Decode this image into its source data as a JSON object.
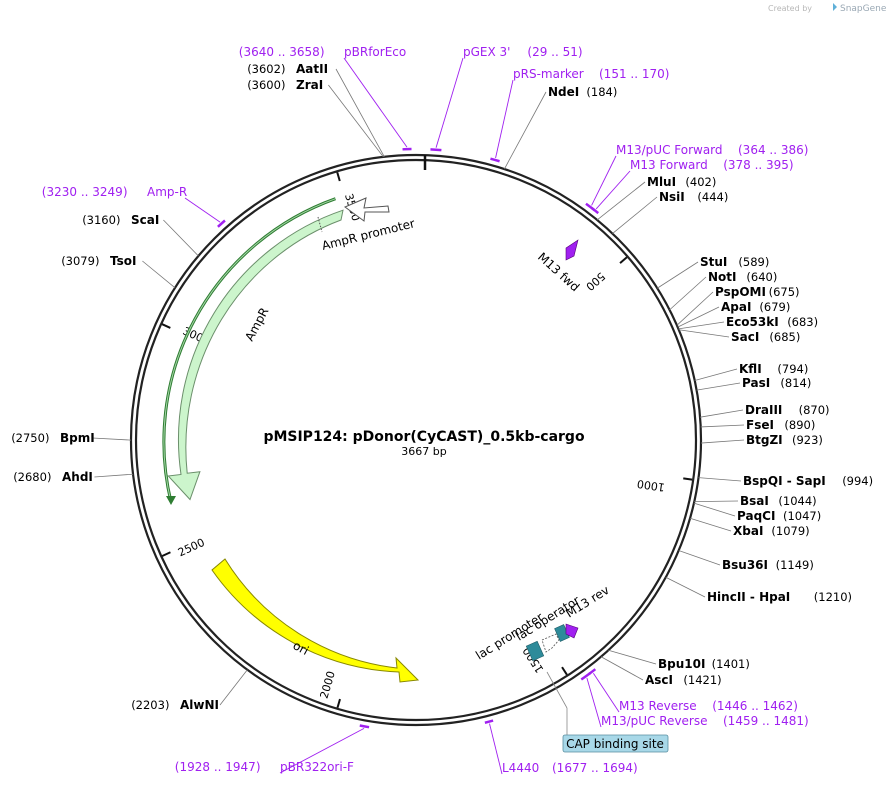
{
  "header": {
    "credit": "Created by",
    "brand": "SnapGene"
  },
  "plasmid": {
    "name": "pMSIP124: pDonor(CyCAST)_0.5kb-cargo",
    "length_text": "3667 bp",
    "length": 3667
  },
  "ticks": [
    {
      "pos": 500,
      "label": "500"
    },
    {
      "pos": 1000,
      "label": "1000"
    },
    {
      "pos": 1500,
      "label": "1500"
    },
    {
      "pos": 2000,
      "label": "2000"
    },
    {
      "pos": 2500,
      "label": "2500"
    },
    {
      "pos": 3000,
      "label": "3000"
    },
    {
      "pos": 3500,
      "label": "3500"
    }
  ],
  "sites": [
    {
      "name": "AatII",
      "pos": "(3602)",
      "bp": 3602,
      "side": "left"
    },
    {
      "name": "ZraI",
      "pos": "(3600)",
      "bp": 3600,
      "side": "left"
    },
    {
      "name": "NdeI",
      "pos": "(184)",
      "bp": 184,
      "side": "right"
    },
    {
      "name": "MluI",
      "pos": "(402)",
      "bp": 402,
      "side": "right"
    },
    {
      "name": "NsiI",
      "pos": "(444)",
      "bp": 444,
      "side": "right"
    },
    {
      "name": "StuI",
      "pos": "(589)",
      "bp": 589,
      "side": "right"
    },
    {
      "name": "NotI",
      "pos": "(640)",
      "bp": 640,
      "side": "right"
    },
    {
      "name": "PspOMI",
      "pos": "(675)",
      "bp": 675,
      "side": "right"
    },
    {
      "name": "ApaI",
      "pos": "(679)",
      "bp": 679,
      "side": "right"
    },
    {
      "name": "Eco53kI",
      "pos": "(683)",
      "bp": 683,
      "side": "right"
    },
    {
      "name": "SacI",
      "pos": "(685)",
      "bp": 685,
      "side": "right"
    },
    {
      "name": "KflI",
      "pos": "(794)",
      "bp": 794,
      "side": "right"
    },
    {
      "name": "PasI",
      "pos": "(814)",
      "bp": 814,
      "side": "right"
    },
    {
      "name": "DraIII",
      "pos": "(870)",
      "bp": 870,
      "side": "right"
    },
    {
      "name": "FseI",
      "pos": "(890)",
      "bp": 890,
      "side": "right"
    },
    {
      "name": "BtgZI",
      "pos": "(923)",
      "bp": 923,
      "side": "right"
    },
    {
      "name": "BspQI - SapI",
      "pos": "(994)",
      "bp": 994,
      "side": "right"
    },
    {
      "name": "BsaI",
      "pos": "(1044)",
      "bp": 1044,
      "side": "right"
    },
    {
      "name": "PaqCI",
      "pos": "(1047)",
      "bp": 1047,
      "side": "right"
    },
    {
      "name": "XbaI",
      "pos": "(1079)",
      "bp": 1079,
      "side": "right"
    },
    {
      "name": "Bsu36I",
      "pos": "(1149)",
      "bp": 1149,
      "side": "right"
    },
    {
      "name": "HincII - HpaI",
      "pos": "(1210)",
      "bp": 1210,
      "side": "right"
    },
    {
      "name": "Bpu10I",
      "pos": "(1401)",
      "bp": 1401,
      "side": "right"
    },
    {
      "name": "AscI",
      "pos": "(1421)",
      "bp": 1421,
      "side": "right"
    },
    {
      "name": "AlwNI",
      "pos": "(2203)",
      "bp": 2203,
      "side": "left"
    },
    {
      "name": "AhdI",
      "pos": "(2680)",
      "bp": 2680,
      "side": "left"
    },
    {
      "name": "BpmI",
      "pos": "(2750)",
      "bp": 2750,
      "side": "left"
    },
    {
      "name": "TsoI",
      "pos": "(3079)",
      "bp": 3079,
      "side": "left"
    },
    {
      "name": "ScaI",
      "pos": "(3160)",
      "bp": 3160,
      "side": "left"
    }
  ],
  "primers": [
    {
      "name": "pBRforEco",
      "pos": "(3640 .. 3658)",
      "start": 3640,
      "end": 3658,
      "side": "left"
    },
    {
      "name": "pGEX 3'",
      "pos": "(29 .. 51)",
      "start": 29,
      "end": 51,
      "side": "right"
    },
    {
      "name": "pRS-marker",
      "pos": "(151 .. 170)",
      "start": 151,
      "end": 170,
      "side": "right"
    },
    {
      "name": "M13/pUC Forward",
      "pos": "(364 .. 386)",
      "start": 364,
      "end": 386,
      "side": "right"
    },
    {
      "name": "M13 Forward",
      "pos": "(378 .. 395)",
      "start": 378,
      "end": 395,
      "side": "right"
    },
    {
      "name": "Amp-R",
      "pos": "(3230 .. 3249)",
      "start": 3230,
      "end": 3249,
      "side": "left"
    },
    {
      "name": "M13 Reverse",
      "pos": "(1446 .. 1462)",
      "start": 1446,
      "end": 1462,
      "side": "right"
    },
    {
      "name": "M13/pUC Reverse",
      "pos": "(1459 .. 1481)",
      "start": 1459,
      "end": 1481,
      "side": "right"
    },
    {
      "name": "L4440",
      "pos": "(1677 .. 1694)",
      "start": 1677,
      "end": 1694,
      "side": "right"
    },
    {
      "name": "pBR322ori-F",
      "pos": "(1928 .. 1947)",
      "start": 1928,
      "end": 1947,
      "side": "left"
    }
  ],
  "features": [
    {
      "name": "AmpR",
      "type": "cds",
      "color": "#ccf5cc",
      "stroke": "#6b8f6b"
    },
    {
      "name": "AmpR promoter",
      "type": "promoter",
      "color": "#ffffff",
      "stroke": "#555555"
    },
    {
      "name": "ori",
      "type": "rep_origin",
      "color": "#ffff00",
      "stroke": "#888800"
    },
    {
      "name": "M13 fwd",
      "type": "primer_bind",
      "color": "#a020f0"
    },
    {
      "name": "M13 rev",
      "type": "primer_bind",
      "color": "#a020f0"
    },
    {
      "name": "lac operator",
      "type": "protein_bind",
      "color": "#2e8b9a"
    },
    {
      "name": "lac promoter",
      "type": "promoter",
      "color": "#ffffff"
    },
    {
      "name": "CAP binding site",
      "type": "protein_bind",
      "color": "#a8d8e8"
    }
  ],
  "colors": {
    "primer": "#a020f0",
    "backbone": "#222222",
    "amp_arc": "#2e7d32"
  }
}
